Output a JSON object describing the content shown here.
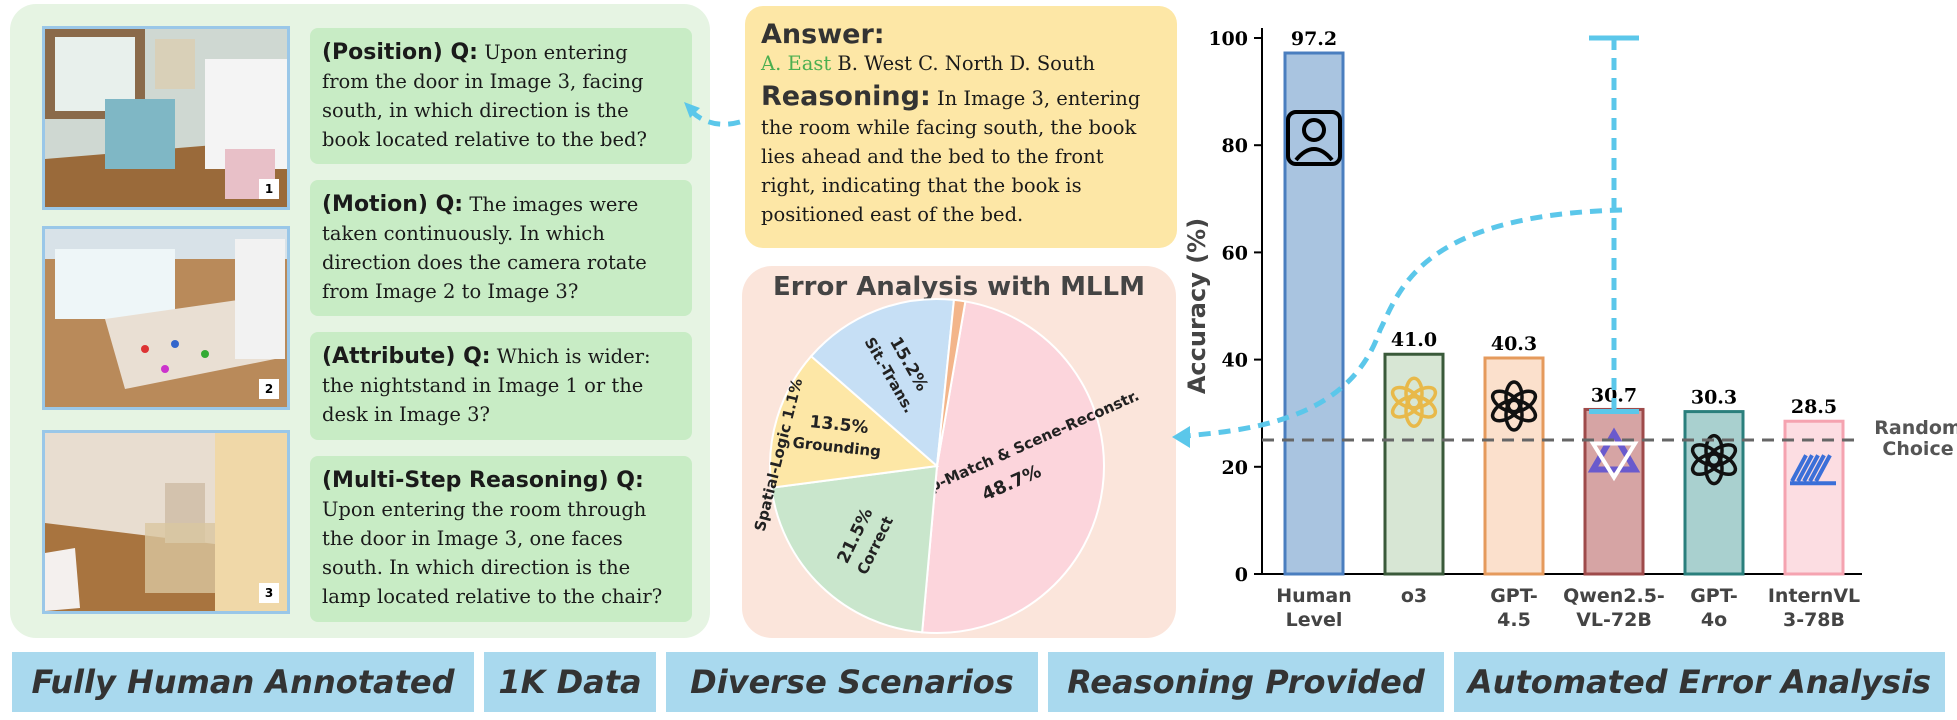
{
  "questions": [
    {
      "heading": "(Position) Q:",
      "text": "Upon entering from the door in Image 3, facing south, in which direction is the book located relative to the bed?"
    },
    {
      "heading": "(Motion) Q:",
      "text": "The images were taken continuously. In which direction does the camera rotate from Image 2 to Image 3?"
    },
    {
      "heading": "(Attribute) Q:",
      "text": "Which is wider: the nightstand in Image 1 or the desk in Image 3?"
    },
    {
      "heading": "(Multi-Step Reasoning) Q:",
      "text": "Upon entering the room through the door in Image 3, one faces south. In which direction is the lamp located relative to the chair?"
    }
  ],
  "images": [
    "1",
    "2",
    "3"
  ],
  "answer": {
    "heading": "Answer:",
    "correct_option": "A. East",
    "other_options": "B. West C. North D. South",
    "reasoning_heading": "Reasoning:",
    "reasoning_text": "In Image 3, entering the room while facing south, the book lies ahead and the bed to the front right, indicating that the book is positioned east of the bed.",
    "correct_color": "#4caf50"
  },
  "error_analysis": {
    "title": "Error Analysis with MLLM",
    "slices": [
      {
        "label": "Overlap-Match & Scene-Reconstr.",
        "value": 48.7,
        "color": "#fcd5dc"
      },
      {
        "label": "Correct",
        "value": 21.5,
        "color": "#c9e6cc"
      },
      {
        "label": "Grounding",
        "value": 13.5,
        "color": "#fde7a6"
      },
      {
        "label": "Sit.-Trans.",
        "value": 15.2,
        "color": "#c6dff5"
      },
      {
        "label": "Spatial-Logic",
        "value": 1.1,
        "color": "#f3b58a"
      }
    ]
  },
  "chart_data": {
    "type": "bar",
    "categories": [
      "Human Level",
      "o3",
      "GPT-4.5",
      "Qwen2.5-VL-72B",
      "GPT-4o",
      "InternVL 3-78B"
    ],
    "category_lines": [
      [
        "Human",
        "Level"
      ],
      [
        "o3"
      ],
      [
        "GPT-",
        "4.5"
      ],
      [
        "Qwen2.5-",
        "VL-72B"
      ],
      [
        "GPT-",
        "4o"
      ],
      [
        "InternVL",
        "3-78B"
      ]
    ],
    "values": [
      97.2,
      41.0,
      40.3,
      30.7,
      30.3,
      28.5
    ],
    "value_labels": [
      "97.2",
      "41.0",
      "40.3",
      "30.7",
      "30.3",
      "28.5"
    ],
    "fill_colors": [
      "#a9c4e0",
      "#d7e6d4",
      "#fbe0cc",
      "#d6a4a4",
      "#a9d0cf",
      "#fcdde2"
    ],
    "edge_colors": [
      "#4a7ebf",
      "#3a5a3a",
      "#e59a5c",
      "#9e4a4a",
      "#2a7f7c",
      "#f5a3b0"
    ],
    "ylabel": "Accuracy (%)",
    "ylim": [
      0,
      100
    ],
    "yticks": [
      0,
      20,
      40,
      60,
      80,
      100
    ],
    "random_choice": {
      "value": 25,
      "label_lines": [
        "Random",
        "Choice"
      ]
    },
    "icons": [
      "person-icon",
      "openai-logo-icon",
      "openai-logo-icon",
      "qwen-logo-icon",
      "openai-logo-icon",
      "internvl-logo-icon"
    ]
  },
  "banners": [
    "Fully Human Annotated",
    "1K Data",
    "Diverse Scenarios",
    "Reasoning Provided",
    "Automated Error Analysis"
  ]
}
